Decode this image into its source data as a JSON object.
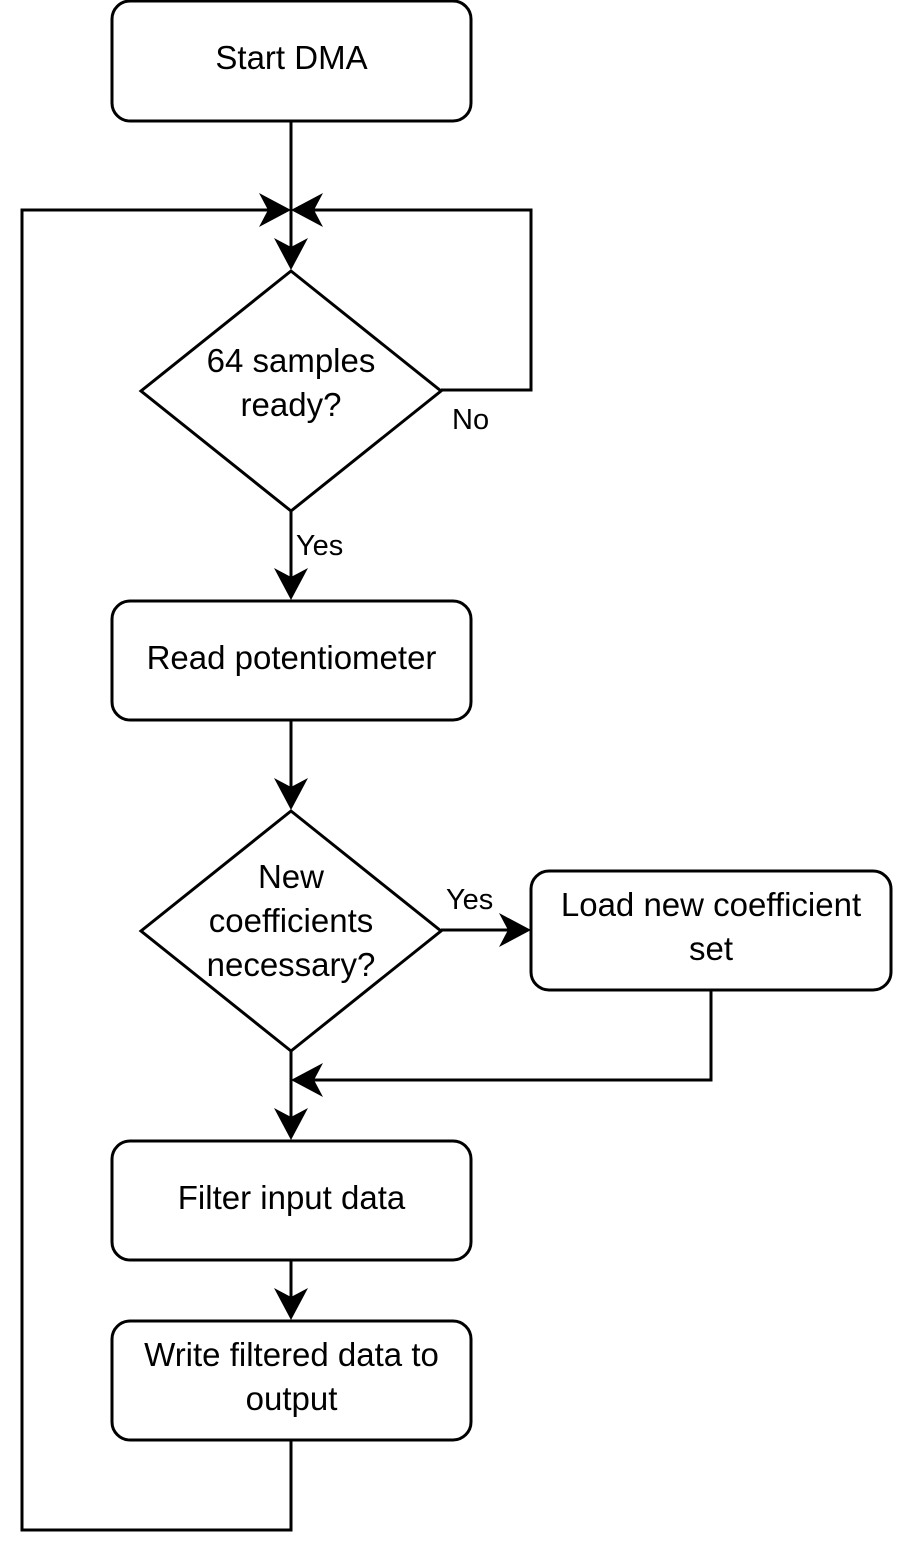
{
  "nodes": {
    "start": "Start DMA",
    "samples_check": "64 samples\nready?",
    "read_pot": "Read potentiometer",
    "coeff_check": "New\ncoefficients\nnecessary?",
    "load_coeff": "Load new coefficient\nset",
    "filter": "Filter input data",
    "write": "Write filtered data to\noutput"
  },
  "edge_labels": {
    "samples_no": "No",
    "samples_yes": "Yes",
    "coeff_yes": "Yes"
  }
}
